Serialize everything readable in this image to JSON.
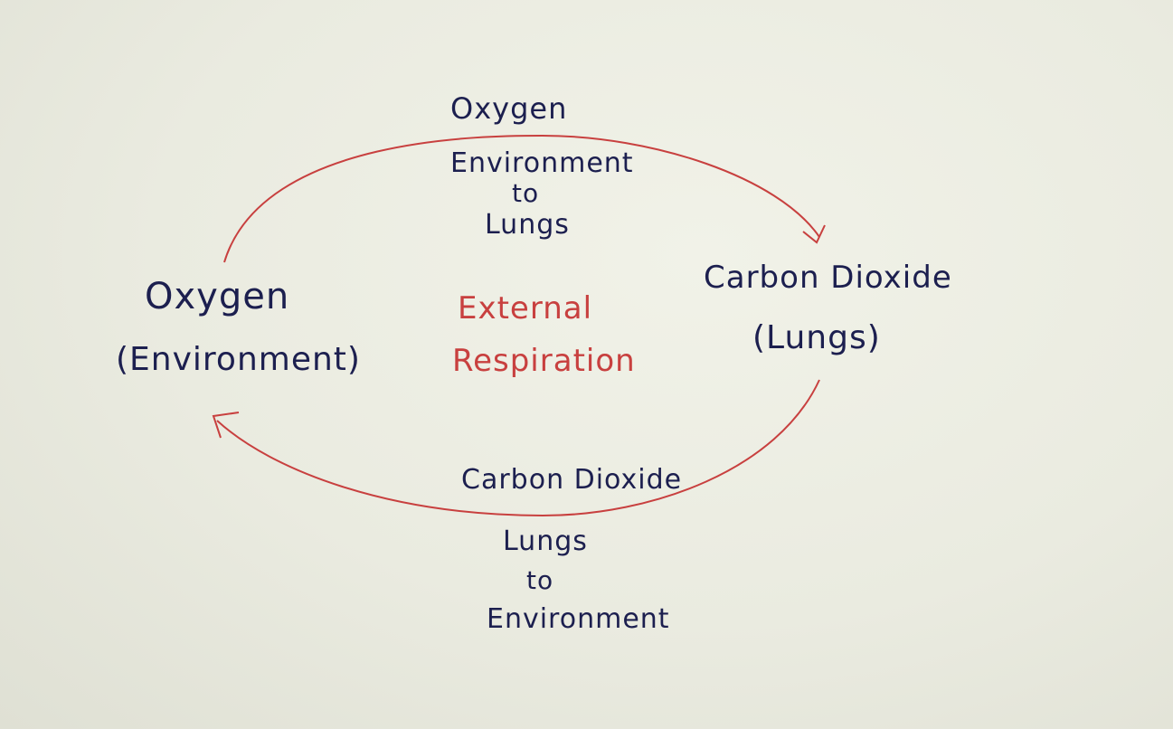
{
  "diagram": {
    "left_node": {
      "line1": "Oxygen",
      "line2": "(Environment)"
    },
    "right_node": {
      "line1": "Carbon Dioxide",
      "line2": "(Lungs)"
    },
    "center_label": {
      "line1": "External",
      "line2": "Respiration"
    },
    "top_arrow": {
      "gas": "Oxygen",
      "from": "Environment",
      "connector": "to",
      "to": "Lungs"
    },
    "bottom_arrow": {
      "gas": "Carbon Dioxide",
      "from": "Lungs",
      "connector": "to",
      "to": "Environment"
    },
    "colors": {
      "ink": "#1c1f4f",
      "arrow": "#c8403f",
      "paper": "#eaebe0"
    }
  }
}
